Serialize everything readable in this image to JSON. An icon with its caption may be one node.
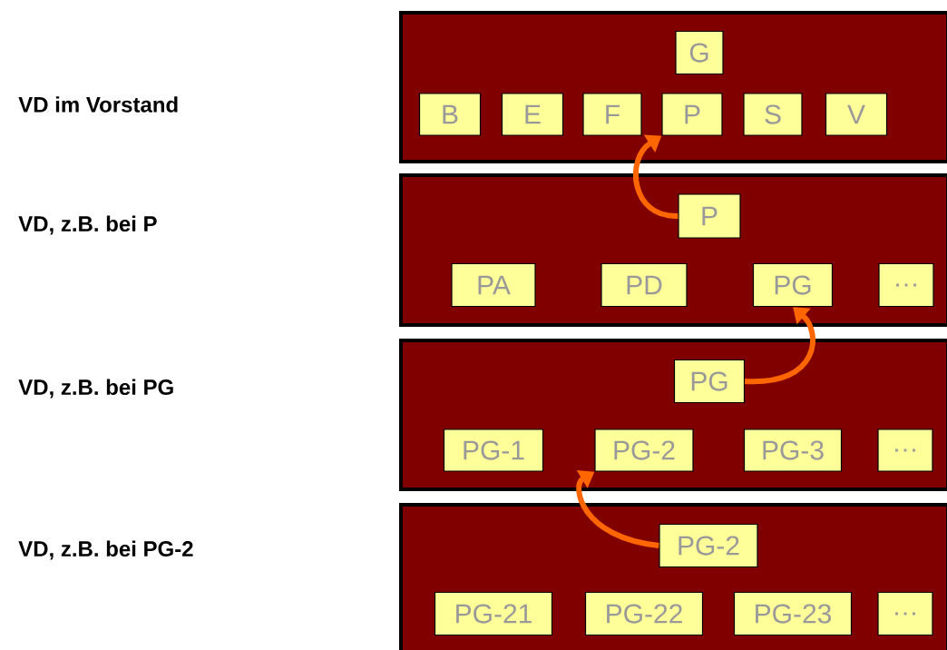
{
  "diagram": {
    "nodes": [
      {
        "text": [],
        "shape": "box"
      },
      {
        "text": [
          "G"
        ],
        "in": 0
      },
      {
        "text": [
          "B"
        ],
        "in": 0
      },
      {
        "text": [
          "E"
        ],
        "in": 0
      },
      {
        "text": [
          "F"
        ],
        "in": 0
      },
      {
        "text": [
          "P"
        ],
        "in": 0
      },
      {
        "text": [
          "S"
        ],
        "in": 0
      },
      {
        "text": [
          "V"
        ],
        "in": 0
      },
      {
        "text": [],
        "shape": "box"
      },
      {
        "text": [
          "P"
        ],
        "in": 8
      },
      {
        "text": [
          "PA"
        ],
        "in": 8
      },
      {
        "text": [
          "PD"
        ],
        "in": 8
      },
      {
        "text": [
          "PG"
        ],
        "in": 8
      },
      {
        "text": [
          "…"
        ],
        "in": 8
      },
      {
        "text": [],
        "shape": "box"
      },
      {
        "text": [
          "PG"
        ],
        "in": 14
      },
      {
        "text": [
          "PG-1"
        ],
        "in": 14
      },
      {
        "text": [
          "PG-2"
        ],
        "in": 14
      },
      {
        "text": [
          "PG-3"
        ],
        "in": 14
      },
      {
        "text": [
          "…"
        ],
        "in": 14
      },
      {
        "text": [],
        "shape": "box"
      },
      {
        "text": [
          "PG-2"
        ],
        "in": 20
      },
      {
        "text": [
          "PG-21"
        ],
        "in": 20
      },
      {
        "text": [
          "PG-22"
        ],
        "in": 20
      },
      {
        "text": [
          "PG-23"
        ],
        "in": 20
      },
      {
        "text": [
          "…"
        ],
        "in": 20
      }
    ],
    "edges": [
      {
        "from": 9,
        "to": 5,
        "arrow": "to"
      },
      {
        "from": 15,
        "to": 12,
        "arrow": "to"
      },
      {
        "from": 21,
        "to": 17,
        "arrow": "to"
      }
    ],
    "labels": [
      "VD im Vorstand",
      "VD, z.B. bei P",
      "VD, z.B. bei PG",
      "VD, z.B. bei PG-2"
    ]
  }
}
